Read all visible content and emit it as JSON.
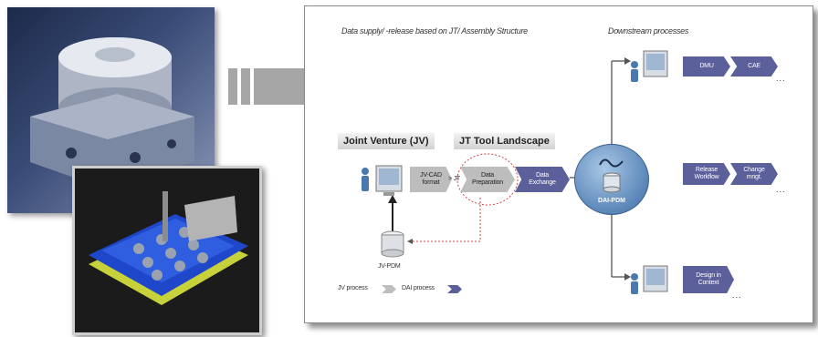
{
  "left_images": {
    "part_photo": "render of metal hydraulic unit housing",
    "model_photo": "render of blue PCB-like 3D model"
  },
  "diagram": {
    "header_left": "Data supply/ -release based on JT/  Assembly Structure",
    "header_right": "Downstream processes",
    "section_jv": "Joint Venture (JV)",
    "section_jt": "JT Tool Landscape",
    "jv_cad": "JV-CAD format",
    "jt_marker": "> JT",
    "data_preparation": "Data Preparation",
    "data_exchange": "Data Exchange",
    "dai_pdm": "DAI-PDM",
    "jv_pdm": "JV-PDM",
    "dmu": "DMU",
    "cae": "CAE",
    "release_workflow": "Release Workflow",
    "change_mngt": "Change mngt.",
    "design_in_context": "Design in Context",
    "ellipsis": "...",
    "legend_jv": "JV process",
    "legend_dai": "DAI process",
    "colors": {
      "dai": "#5b5f9a",
      "jv": "#bdbdbd",
      "pdm": "#6f9fc9",
      "arrow": "#a6a6a6"
    }
  }
}
